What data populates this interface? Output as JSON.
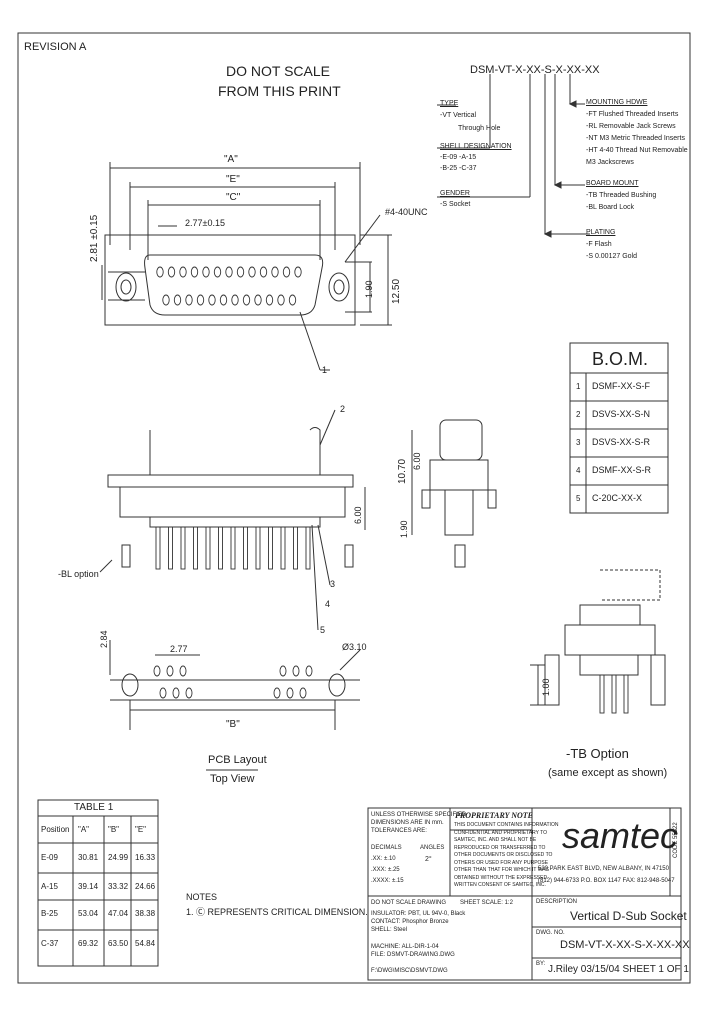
{
  "revision": "REVISION A",
  "do_not_scale": [
    "DO NOT SCALE",
    "FROM THIS PRINT"
  ],
  "part_code": "DSM-VT-X-XX-S-X-XX-XX",
  "tree": {
    "type_header": "TYPE",
    "type_lines": [
      "-VT Vertical",
      "Through Hole"
    ],
    "shell_header": "SHELL DESIGNATION",
    "shell_lines": [
      "-E-09 -A-15",
      "-B-25 -C-37"
    ],
    "gender_header": "GENDER",
    "gender_lines": [
      "-S Socket"
    ],
    "plating_header": "PLATING",
    "plating_lines": [
      "-F Flash",
      "-S 0.00127 Gold"
    ],
    "board_header": "BOARD MOUNT",
    "board_lines": [
      "-TB Threaded Bushing",
      "-BL Board Lock"
    ],
    "mounting_header": "MOUNTING HDWE",
    "mounting_lines": [
      "-FT Flushed Threaded Inserts",
      "-RL Removable Jack Screws",
      "-NT M3 Metric Threaded Inserts",
      "-HT 4-40 Thread Nut Removable",
      "  M3 Jackscrews"
    ]
  },
  "dims": {
    "a": "\"A\"",
    "e": "\"E\"",
    "c": "\"C\"",
    "pitch": "2.77±0.15",
    "hole": "#4-40UNC",
    "d261": "2.81 ±0.15",
    "d190": "1.90",
    "d1250": "12.50",
    "d1070": "10.70",
    "d600a": "6.00",
    "d600b": "6.00",
    "d190b": "1.90",
    "d284": "2.84",
    "d277": "2.77",
    "d310": "Ø3.10",
    "d100": "1.00",
    "b": "\"B\"",
    "c1": "1",
    "c2": "2",
    "c3": "3",
    "c4": "4",
    "c5": "5"
  },
  "bom": {
    "title": "B.O.M.",
    "rows": [
      {
        "num": "1",
        "part": "DSMF-XX-S-F"
      },
      {
        "num": "2",
        "part": "DSVS-XX-S-N"
      },
      {
        "num": "3",
        "part": "DSVS-XX-S-R"
      },
      {
        "num": "4",
        "part": "DSMF-XX-S-R"
      },
      {
        "num": "5",
        "part": "C-20C-XX-X"
      }
    ]
  },
  "bl_option": "-BL option",
  "tb_option": [
    "-TB Option",
    "(same except as shown)"
  ],
  "pcb": [
    "PCB Layout",
    "Top View"
  ],
  "table1": {
    "title": "TABLE 1",
    "headers": [
      "Position",
      "\"A\"",
      "\"B\"",
      "\"E\""
    ],
    "rows": [
      [
        "E-09",
        "30.81",
        "24.99",
        "16.33"
      ],
      [
        "A-15",
        "39.14",
        "33.32",
        "24.66"
      ],
      [
        "B-25",
        "53.04",
        "47.04",
        "38.38"
      ],
      [
        "C-37",
        "69.32",
        "63.50",
        "54.84"
      ]
    ]
  },
  "notes": {
    "header": "NOTES",
    "line1": "1. Ⓒ REPRESENTS CRITICAL DIMENSION."
  },
  "title_block": {
    "tol": [
      "UNLESS OTHERWISE SPECIFIED",
      "DIMENSIONS ARE IN mm.",
      "TOLERANCES ARE:"
    ],
    "decimals": "DECIMALS",
    "angles": "ANGLES",
    "tol_x": ".XX: ±.10",
    "tol_xx": ".XXX: ±.25",
    "tol_xxx": ".XXXX: ±.15",
    "angle": "2°",
    "proprietary_header": "PROPRIETARY NOTE",
    "proprietary": [
      "THIS DOCUMENT CONTAINS INFORMATION",
      "CONFIDENTIAL AND PROPRIETARY TO",
      "SAMTEC, INC. AND SHALL NOT BE",
      "REPRODUCED OR TRANSFERRED TO",
      "OTHER DOCUMENTS OR DISCLOSED TO",
      "OTHERS OR USED FOR ANY PURPOSE",
      "OTHER THAN THAT FOR WHICH IT WAS",
      "OBTAINED WITHOUT THE EXPRESSED",
      "WRITTEN CONSENT OF SAMTEC, INC."
    ],
    "logo": "samtec",
    "address": "520 PARK EAST BLVD, NEW ALBANY, IN 47150",
    "phone": "(812) 944-6733  P.O. BOX 1147  FAX: 812-948-5047",
    "code": "CODE 55322",
    "do_not_scale": "DO NOT SCALE DRAWING",
    "sheet_scale": "SHEET SCALE: 1:2",
    "material": [
      "INSULATOR: PBT, UL 94V-0, Black",
      "CONTACT: Phosphor Bronze",
      "SHELL: Steel"
    ],
    "file_lines": [
      "MACHINE: ALL-DIR-1-04",
      "FILE: DSMVT-DRAWING.DWG",
      "F:\\DWG\\MISC\\DSMVT.DWG"
    ],
    "description_label": "DESCRIPTION",
    "description": "Vertical D-Sub Socket",
    "dwg_label": "DWG. NO.",
    "dwg_no": "DSM-VT-X-XX-S-X-XX-XX",
    "by_label": "BY:",
    "by_line": "J.Riley 03/15/04  SHEET 1 OF 1"
  },
  "colors": {
    "ink": "#222222",
    "line": "#333333"
  }
}
